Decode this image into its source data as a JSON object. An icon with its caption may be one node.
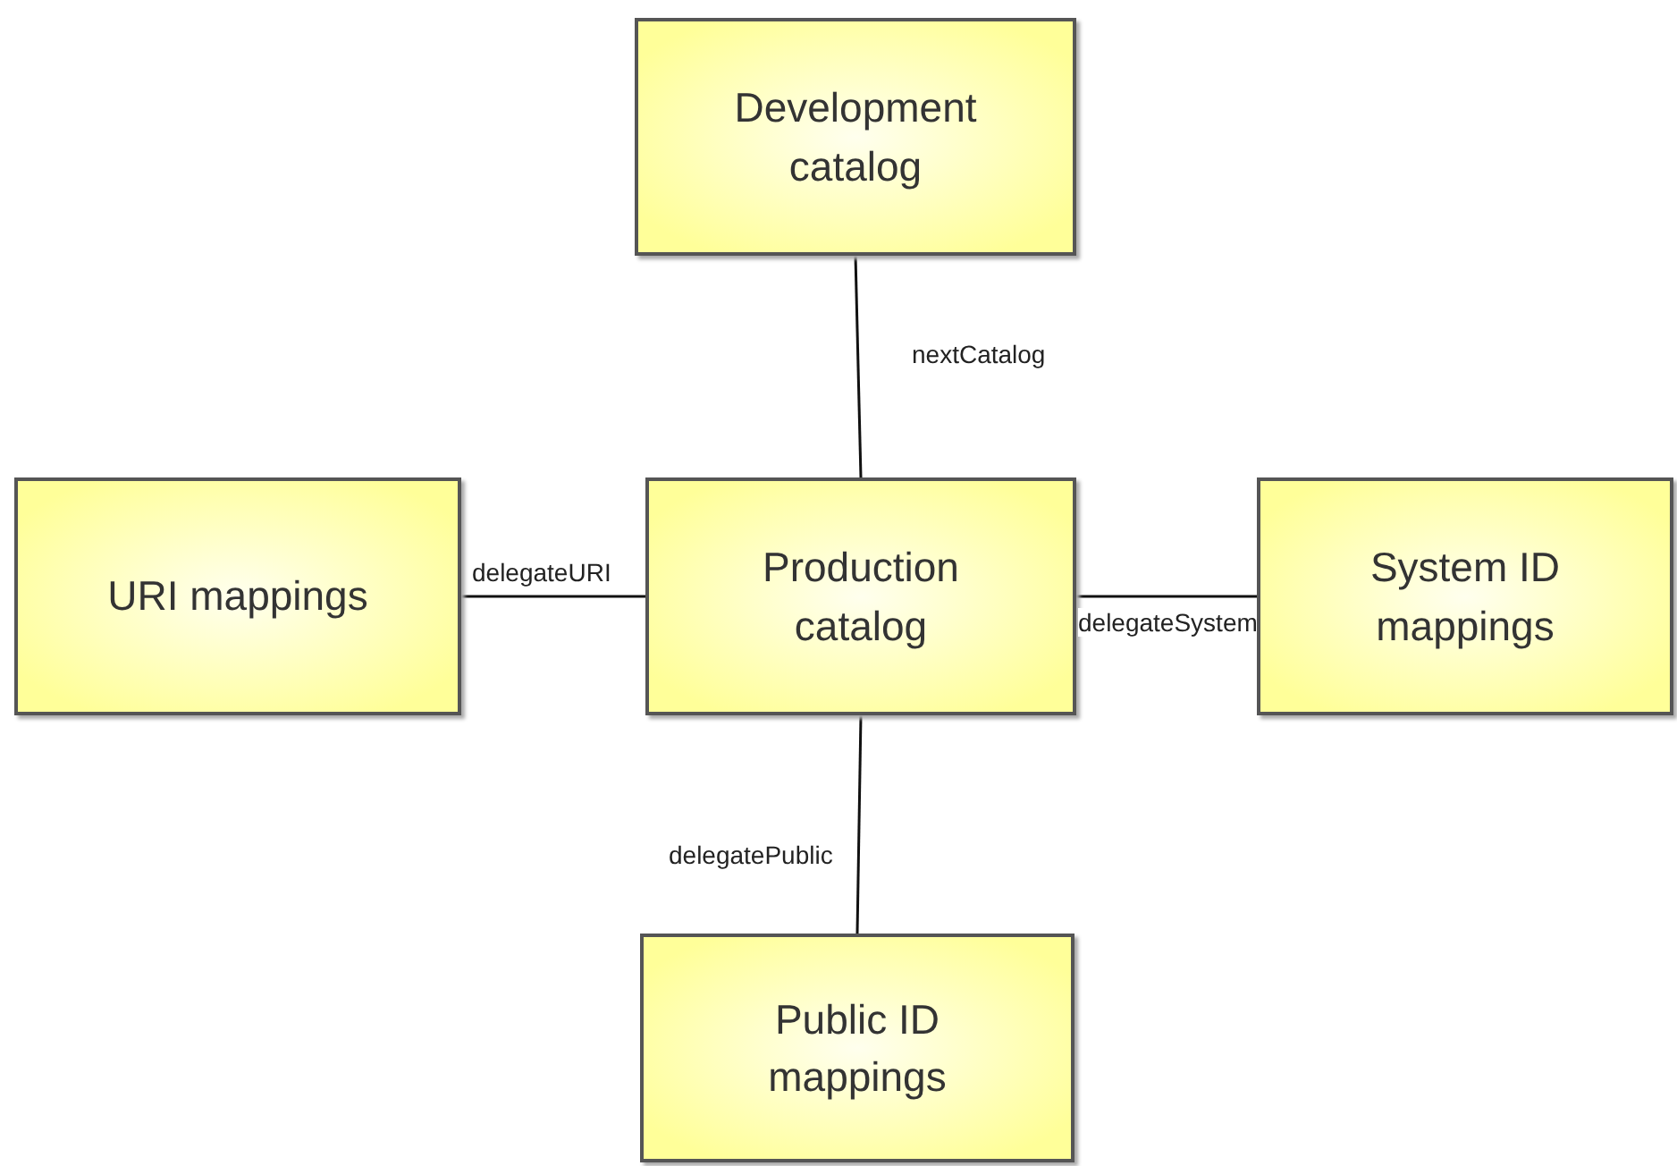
{
  "diagram": {
    "nodes": [
      {
        "text": [
          "Development catalog"
        ]
      },
      {
        "text": [
          "URI mappings"
        ]
      },
      {
        "text": [
          "Production catalog"
        ]
      },
      {
        "text": [
          "System ID mappings"
        ]
      },
      {
        "text": [
          "Public ID mappings"
        ]
      }
    ],
    "edges": [
      {
        "from": 2,
        "to": 0,
        "arrow": "none",
        "label": "nextCatalog"
      },
      {
        "from": 2,
        "to": 1,
        "arrow": "none",
        "label": "delegateURI"
      },
      {
        "from": 2,
        "to": 3,
        "arrow": "none",
        "label": "delegateSystem"
      },
      {
        "from": 2,
        "to": 4,
        "arrow": "none",
        "label": "delegatePublic"
      }
    ]
  }
}
